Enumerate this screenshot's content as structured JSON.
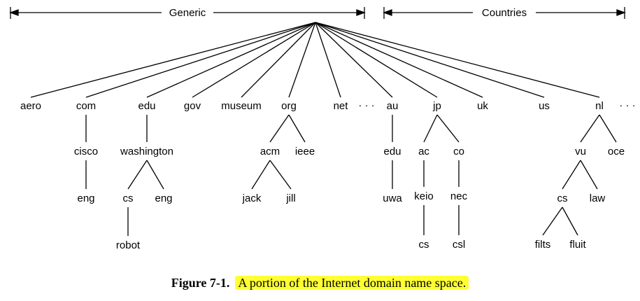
{
  "header": {
    "generic_label": "Generic",
    "countries_label": "Countries"
  },
  "tree": {
    "root_children": [
      {
        "label": "aero"
      },
      {
        "label": "com",
        "children": [
          {
            "label": "cisco",
            "children": [
              {
                "label": "eng"
              }
            ]
          }
        ]
      },
      {
        "label": "edu",
        "children": [
          {
            "label": "washington",
            "children": [
              {
                "label": "cs",
                "children": [
                  {
                    "label": "robot"
                  }
                ]
              },
              {
                "label": "eng"
              }
            ]
          }
        ]
      },
      {
        "label": "gov"
      },
      {
        "label": "museum"
      },
      {
        "label": "org",
        "children": [
          {
            "label": "acm",
            "children": [
              {
                "label": "jack"
              },
              {
                "label": "jill"
              }
            ]
          },
          {
            "label": "ieee"
          }
        ]
      },
      {
        "label": "net"
      },
      {
        "label": "au",
        "children": [
          {
            "label": "edu",
            "children": [
              {
                "label": "uwa"
              }
            ]
          }
        ]
      },
      {
        "label": "jp",
        "children": [
          {
            "label": "ac",
            "children": [
              {
                "label": "keio",
                "children": [
                  {
                    "label": "cs"
                  }
                ]
              }
            ]
          },
          {
            "label": "co",
            "children": [
              {
                "label": "nec",
                "children": [
                  {
                    "label": "csl"
                  }
                ]
              }
            ]
          }
        ]
      },
      {
        "label": "uk"
      },
      {
        "label": "us"
      },
      {
        "label": "nl",
        "children": [
          {
            "label": "vu",
            "children": [
              {
                "label": "cs",
                "children": [
                  {
                    "label": "filts"
                  },
                  {
                    "label": "fluit"
                  }
                ]
              },
              {
                "label": "law"
              }
            ]
          },
          {
            "label": "oce"
          }
        ]
      }
    ],
    "ellipsis_between": "· · ·",
    "ellipsis_end": "· · ·"
  },
  "caption": {
    "label": "Figure 7-1.",
    "text": "A portion of the Internet domain name space.",
    "highlight_color": "#ffff33"
  }
}
